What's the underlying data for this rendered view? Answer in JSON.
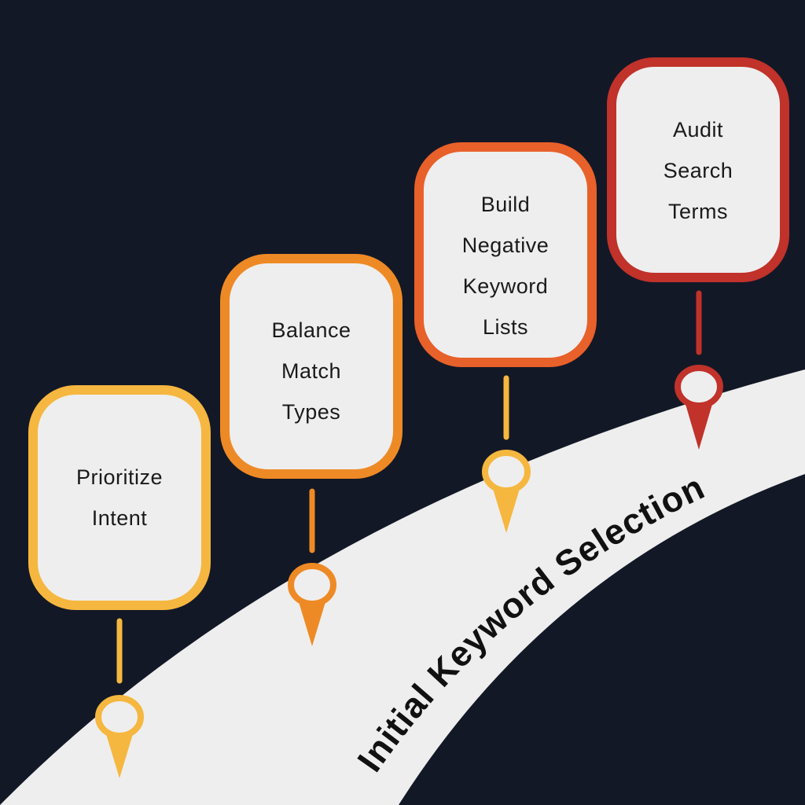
{
  "road_label": "Initial Keyword Selection",
  "steps": [
    {
      "lines": [
        "Prioritize",
        "Intent"
      ],
      "color": "#F5B73F",
      "pin_color": "#F5B73F"
    },
    {
      "lines": [
        "Balance",
        "Match",
        "Types"
      ],
      "color": "#EE8A25",
      "pin_color": "#EE8A25"
    },
    {
      "lines": [
        "Build",
        "Negative",
        "Keyword",
        "Lists"
      ],
      "color": "#E8602A",
      "pin_color": "#F5B73F"
    },
    {
      "lines": [
        "Audit",
        "Search",
        "Terms"
      ],
      "color": "#C0322A",
      "pin_color": "#C0322A"
    }
  ],
  "colors": {
    "background": "#131826",
    "road": "#EEEEEE",
    "box_fill": "#EEEEEE"
  }
}
